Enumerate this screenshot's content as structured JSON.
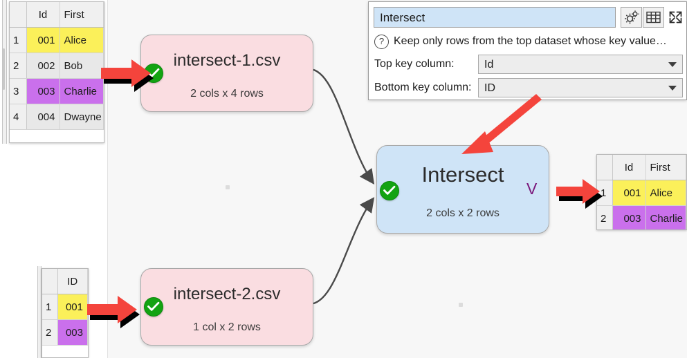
{
  "app": {
    "canvas_background": "#f7f7f7",
    "accent_red": "#f4443c",
    "node_source_color": "#fadde1",
    "node_op_color": "#cfe4f7",
    "ok_badge_color": "#13a312",
    "highlight_yellow": "#fbf05a",
    "highlight_purple": "#ca70ec"
  },
  "panel": {
    "title_value": "Intersect",
    "help_text": "Keep only rows from the top dataset whose key value…",
    "help_icon": "question-circle-icon",
    "buttons": [
      {
        "name": "settings-gears-icon",
        "label": "Settings"
      },
      {
        "name": "table-grid-icon",
        "label": "Show table"
      },
      {
        "name": "expand-arrows-icon",
        "label": "Maximize"
      }
    ],
    "fields": [
      {
        "label": "Top key column:",
        "value": "Id",
        "name": "top-key-column"
      },
      {
        "label": "Bottom key column:",
        "value": "ID",
        "name": "bottom-key-column"
      }
    ]
  },
  "nodes": [
    {
      "id": "intersect-1",
      "title": "intersect-1.csv",
      "subtitle": "2 cols x 4 rows",
      "status": "ok",
      "kind": "source"
    },
    {
      "id": "intersect-2",
      "title": "intersect-2.csv",
      "subtitle": "1 col x 2 rows",
      "status": "ok",
      "kind": "source"
    },
    {
      "id": "intersect-op",
      "title": "Intersect",
      "subtitle": "2 cols x 2 rows",
      "status": "ok",
      "kind": "operation",
      "badge": "V"
    }
  ],
  "tables": {
    "top_left": {
      "name": "intersect-1-preview",
      "columns": [
        "Id",
        "First"
      ],
      "rows": [
        {
          "n": "1",
          "cells": [
            "001",
            "Alice"
          ],
          "highlight": "yellow"
        },
        {
          "n": "2",
          "cells": [
            "002",
            "Bob"
          ],
          "highlight": "grey"
        },
        {
          "n": "3",
          "cells": [
            "003",
            "Charlie"
          ],
          "highlight": "purple"
        },
        {
          "n": "4",
          "cells": [
            "004",
            "Dwayne"
          ],
          "highlight": "grey"
        }
      ]
    },
    "bottom_left": {
      "name": "intersect-2-preview",
      "columns": [
        "ID"
      ],
      "rows": [
        {
          "n": "1",
          "cells": [
            "001"
          ],
          "highlight": "yellow"
        },
        {
          "n": "2",
          "cells": [
            "003"
          ],
          "highlight": "purple"
        }
      ]
    },
    "right": {
      "name": "intersect-result-preview",
      "columns": [
        "Id",
        "First"
      ],
      "rows": [
        {
          "n": "1",
          "cells": [
            "001",
            "Alice"
          ],
          "highlight": "yellow"
        },
        {
          "n": "2",
          "cells": [
            "003",
            "Charlie"
          ],
          "highlight": "purple"
        }
      ]
    }
  },
  "annotations": [
    {
      "name": "arrow-to-intersect-1",
      "kind": "cursor-arrow-right"
    },
    {
      "name": "arrow-to-intersect-2",
      "kind": "cursor-arrow-right"
    },
    {
      "name": "arrow-to-result-table",
      "kind": "cursor-arrow-right"
    },
    {
      "name": "arrow-pointing-to-intersect-node",
      "kind": "callout-arrow-diagonal"
    }
  ]
}
